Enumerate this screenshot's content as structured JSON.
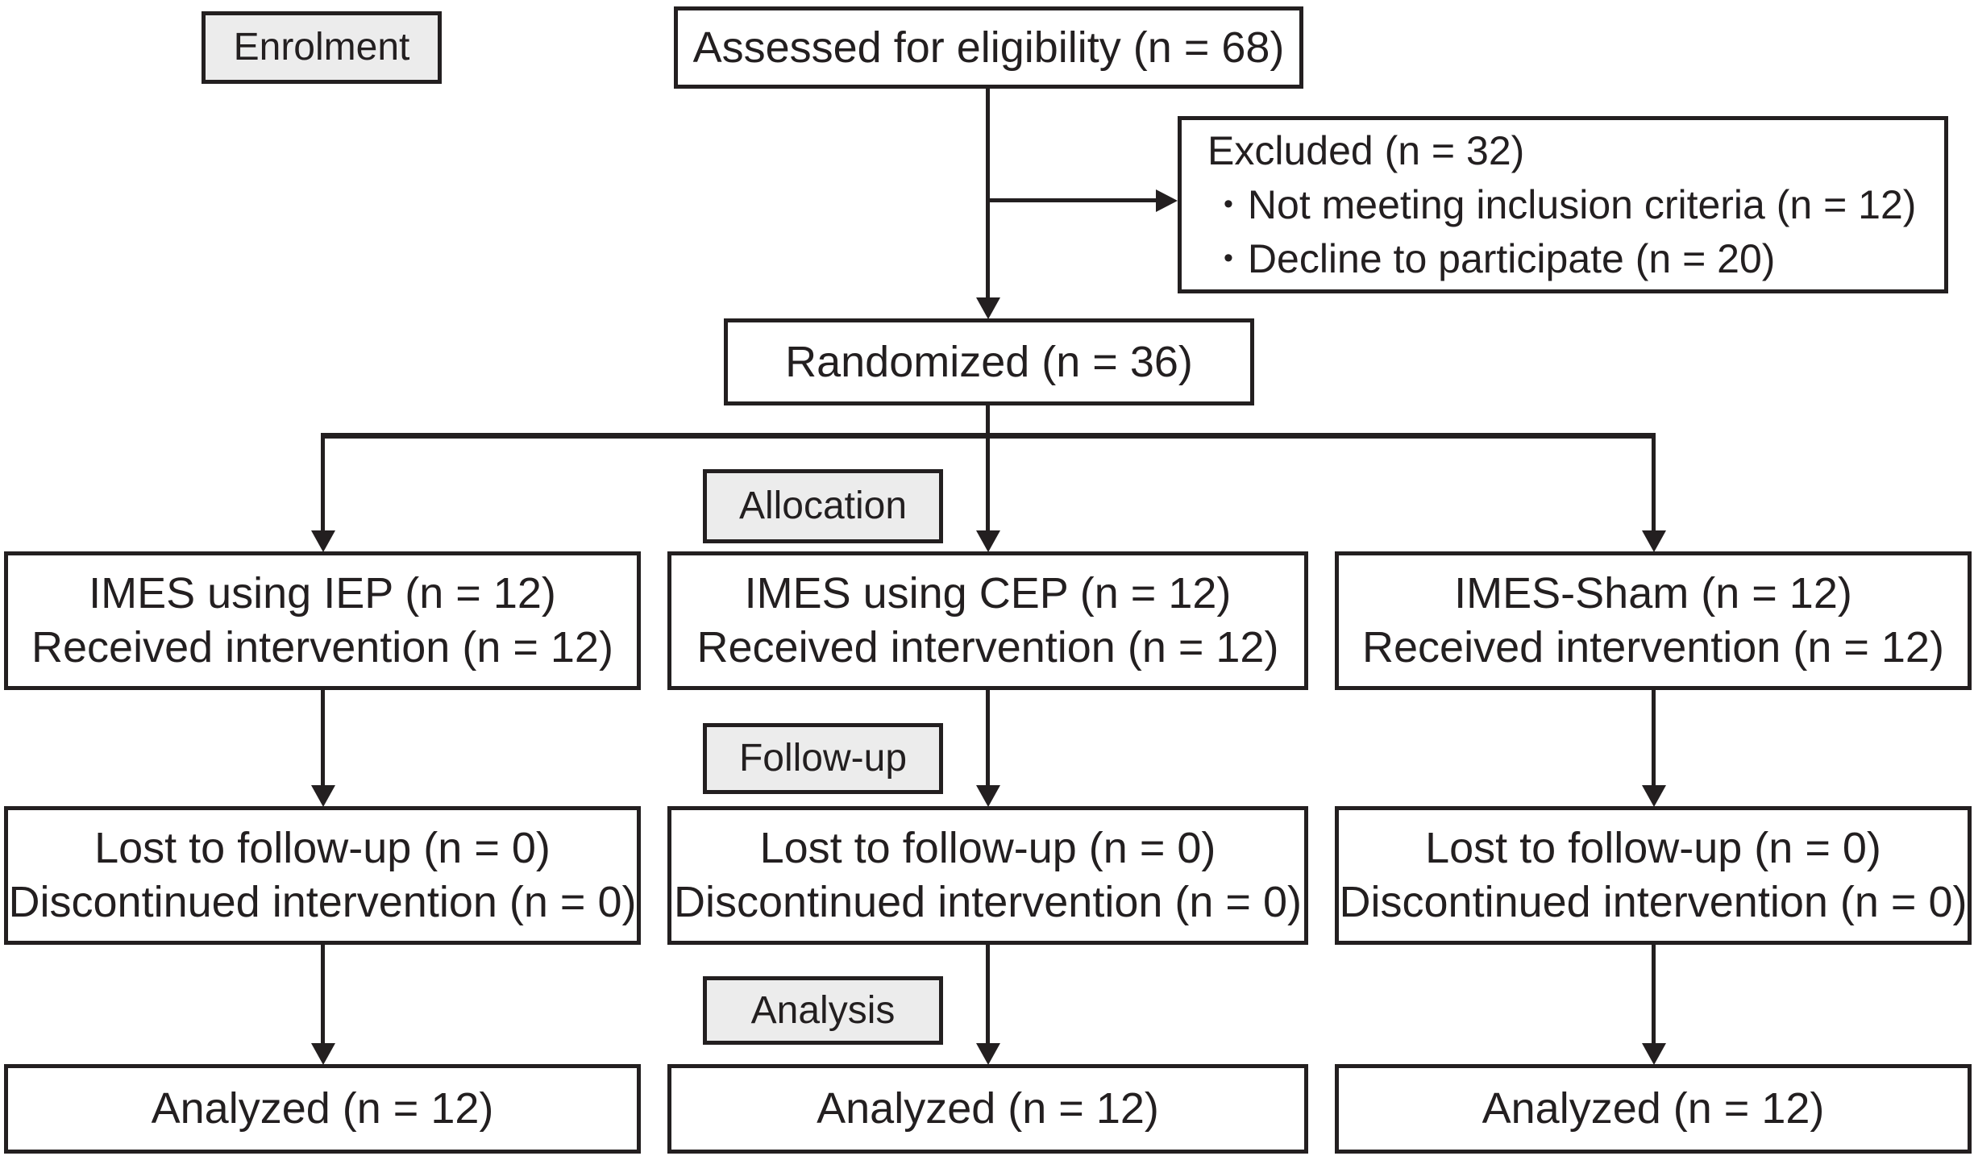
{
  "figure": {
    "kind": "consort-flow-diagram",
    "colors": {
      "ink": "#231f20",
      "stage_fill": "#ececec",
      "box_fill": "#ffffff"
    },
    "bullet_char": "•",
    "stages": {
      "enrolment": "Enrolment",
      "allocation": "Allocation",
      "followup": "Follow-up",
      "analysis": "Analysis"
    },
    "nodes": {
      "assessed": "Assessed for eligibility (n = 68)",
      "excluded_title": "Excluded (n = 32)",
      "excluded_bullets": [
        "Not meeting inclusion criteria (n = 12)",
        "Decline to participate (n = 20)"
      ],
      "randomized": "Randomized (n = 36)"
    },
    "columns": [
      {
        "id": "imes-iep",
        "allocation_line1": "IMES using IEP (n = 12)",
        "allocation_line2": "Received intervention (n = 12)",
        "followup_line1": "Lost to follow-up (n = 0)",
        "followup_line2": "Discontinued intervention (n = 0)",
        "analyzed": "Analyzed (n = 12)"
      },
      {
        "id": "imes-cep",
        "allocation_line1": "IMES using CEP (n = 12)",
        "allocation_line2": "Received intervention (n = 12)",
        "followup_line1": "Lost to follow-up (n = 0)",
        "followup_line2": "Discontinued intervention (n = 0)",
        "analyzed": "Analyzed (n = 12)"
      },
      {
        "id": "imes-sham",
        "allocation_line1": "IMES-Sham (n = 12)",
        "allocation_line2": "Received intervention (n = 12)",
        "followup_line1": "Lost to follow-up (n = 0)",
        "followup_line2": "Discontinued intervention (n = 0)",
        "analyzed": "Analyzed (n = 12)"
      }
    ]
  }
}
